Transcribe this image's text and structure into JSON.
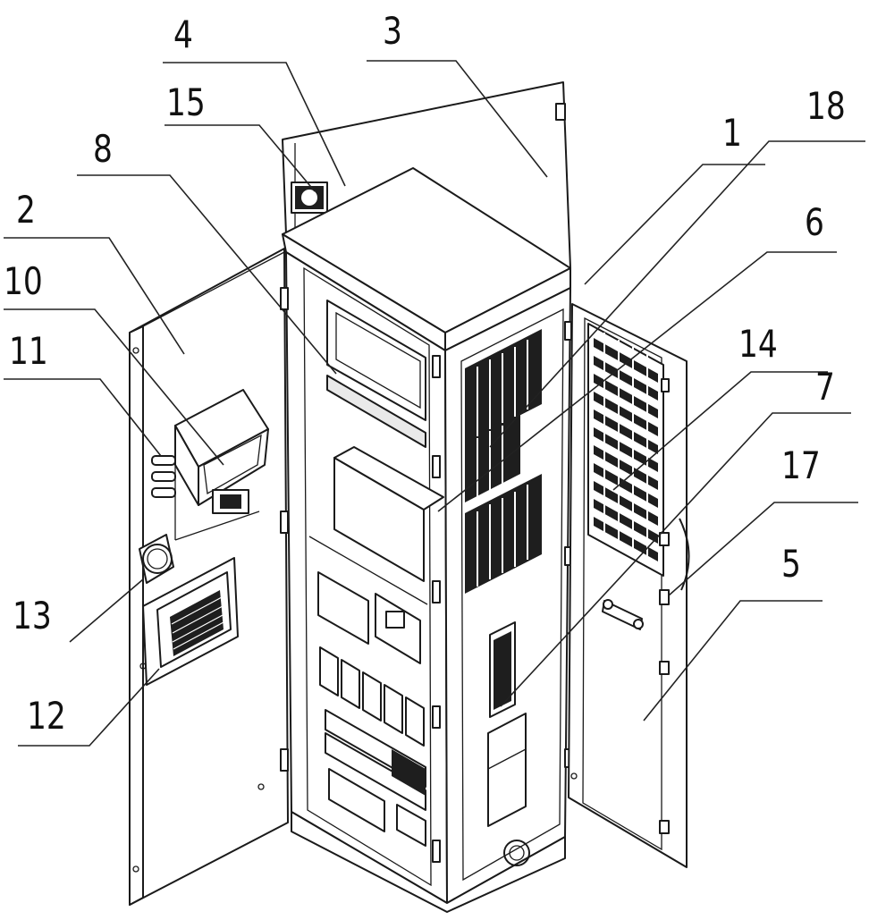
{
  "figure": {
    "subject": "electrical cabinet exploded view"
  },
  "callouts": [
    {
      "id": "c1",
      "label": "1"
    },
    {
      "id": "c2",
      "label": "2"
    },
    {
      "id": "c3",
      "label": "3"
    },
    {
      "id": "c4",
      "label": "4"
    },
    {
      "id": "c5",
      "label": "5"
    },
    {
      "id": "c6",
      "label": "6"
    },
    {
      "id": "c7",
      "label": "7"
    },
    {
      "id": "c8",
      "label": "8"
    },
    {
      "id": "c10",
      "label": "10"
    },
    {
      "id": "c11",
      "label": "11"
    },
    {
      "id": "c12",
      "label": "12"
    },
    {
      "id": "c13",
      "label": "13"
    },
    {
      "id": "c14",
      "label": "14"
    },
    {
      "id": "c15",
      "label": "15"
    },
    {
      "id": "c17",
      "label": "17"
    },
    {
      "id": "c18",
      "label": "18"
    }
  ]
}
